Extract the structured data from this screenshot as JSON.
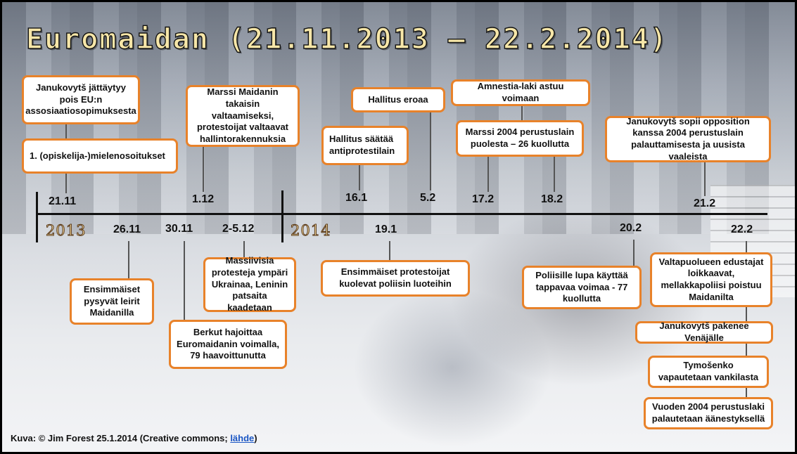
{
  "title": "Euromaidan (21.11.2013 – 22.2.2014)",
  "years": [
    "2013",
    "2014"
  ],
  "dates_top": [
    "21.11",
    "1.12",
    "16.1",
    "5.2",
    "17.2",
    "18.2",
    "21.2"
  ],
  "dates_bottom": [
    "26.11",
    "30.11",
    "2-5.12",
    "19.1",
    "20.2",
    "22.2"
  ],
  "events": {
    "e1": "Janukovytš jättäytyy pois EU:n assosiaatiosopimuksesta",
    "e2": "1. (opiskelija-)mielenosoitukset",
    "e3": "Marssi Maidanin takaisin valtaamiseksi, protestoijat valtaavat hallintorakennuksia",
    "e4": "Hallitus eroaa",
    "e5": "Hallitus säätää antiprotestilain",
    "e6": "Amnestia-laki astuu voimaan",
    "e7": "Marssi 2004 perustuslain puolesta – 26 kuollutta",
    "e8": "Janukovytš sopii opposition kanssa 2004 perustuslain palauttamisesta ja uusista vaaleista",
    "e9": "Ensimmäiset pysyvät leirit Maidanilla",
    "e10": "Berkut hajoittaa Euromaidanin voimalla, 79 haavoittunutta",
    "e11": "Massiivisia protesteja ympäri Ukrainaa, Leninin patsaita kaadetaan",
    "e12": "Ensimmäiset protestoijat kuolevat poliisin luoteihin",
    "e13": "Poliisille lupa käyttää tappavaa voimaa - 77 kuollutta",
    "e14": "Valtapuolueen edustajat loikkaavat, mellakkapoliisi poistuu Maidanilta",
    "e15": "Janukovytš pakenee Venäjälle",
    "e16": "Tymošenko vapautetaan vankilasta",
    "e17": "Vuoden 2004 perustuslaki palautetaan äänestyksellä"
  },
  "credit": {
    "text": "Kuva: © Jim Forest 25.1.2014 (Creative commons; ",
    "link": "lähde",
    "close": ")"
  },
  "colors": {
    "box_border": "#e8822a",
    "axis": "#111111",
    "link": "#1a56c4",
    "title_fill": "#f6e6a8"
  }
}
